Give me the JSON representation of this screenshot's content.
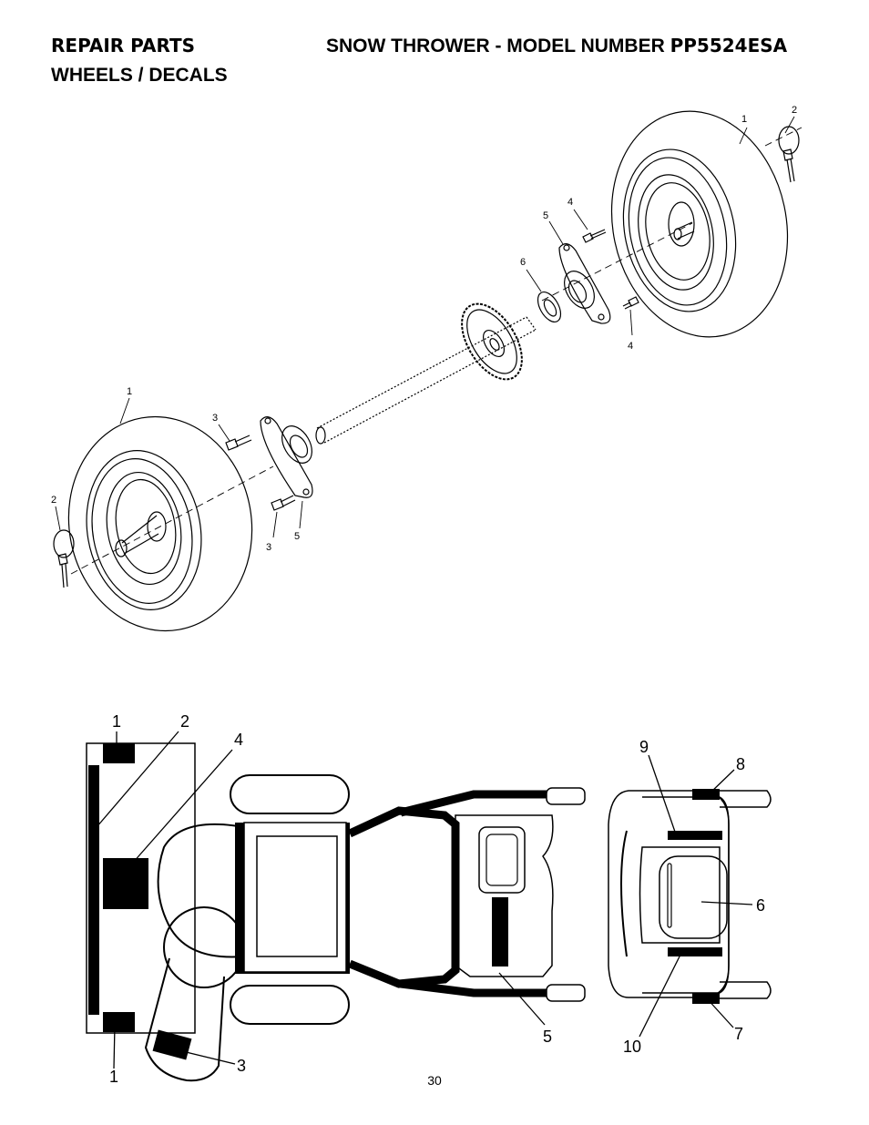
{
  "header": {
    "section": "REPAIR PARTS",
    "subsection": "WHEELS / DECALS",
    "product_prefix": "SNOW THROWER - MODEL NUMBER ",
    "model": "PP5524ESA"
  },
  "wheels_diagram": {
    "callouts": {
      "right_tire": "1",
      "right_pin": "2",
      "upper_bolt": "4",
      "right_bearing_flange": "5",
      "washer": "6",
      "lower_bolt": "4",
      "left_tire": "1",
      "left_upper_bolt": "3",
      "left_pin": "2",
      "left_lower_bolt": "3",
      "left_bearing_flange": "5"
    }
  },
  "decals_diagram": {
    "callouts": {
      "top_left": "1",
      "strip": "2",
      "center_square": "4",
      "bottom_left": "1",
      "chute": "3",
      "panel": "5",
      "bar_top": "9",
      "handle_top": "8",
      "dash": "6",
      "bar_bottom": "10",
      "handle_bottom": "7"
    }
  },
  "footer": {
    "page_number": "30"
  }
}
